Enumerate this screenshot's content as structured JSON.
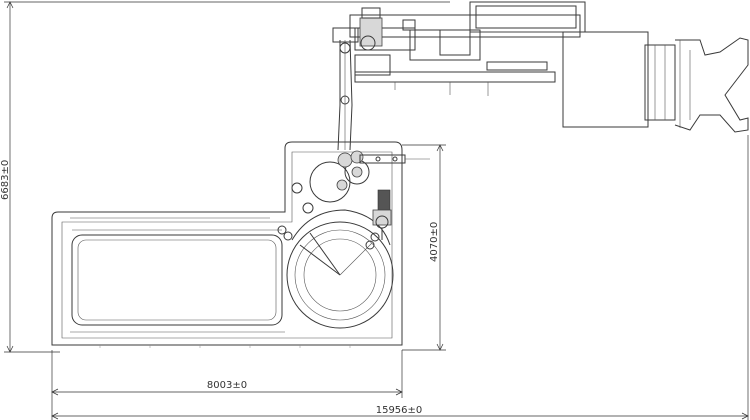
{
  "drawing": {
    "dimensions": {
      "overall_height": "6683±0",
      "hopper_height": "4070±0",
      "hopper_width": "8003±0",
      "overall_width": "15956±0"
    },
    "colors": {
      "line": "#3a3a3a",
      "fill": "#d8d8d8",
      "background": "#ffffff"
    }
  }
}
